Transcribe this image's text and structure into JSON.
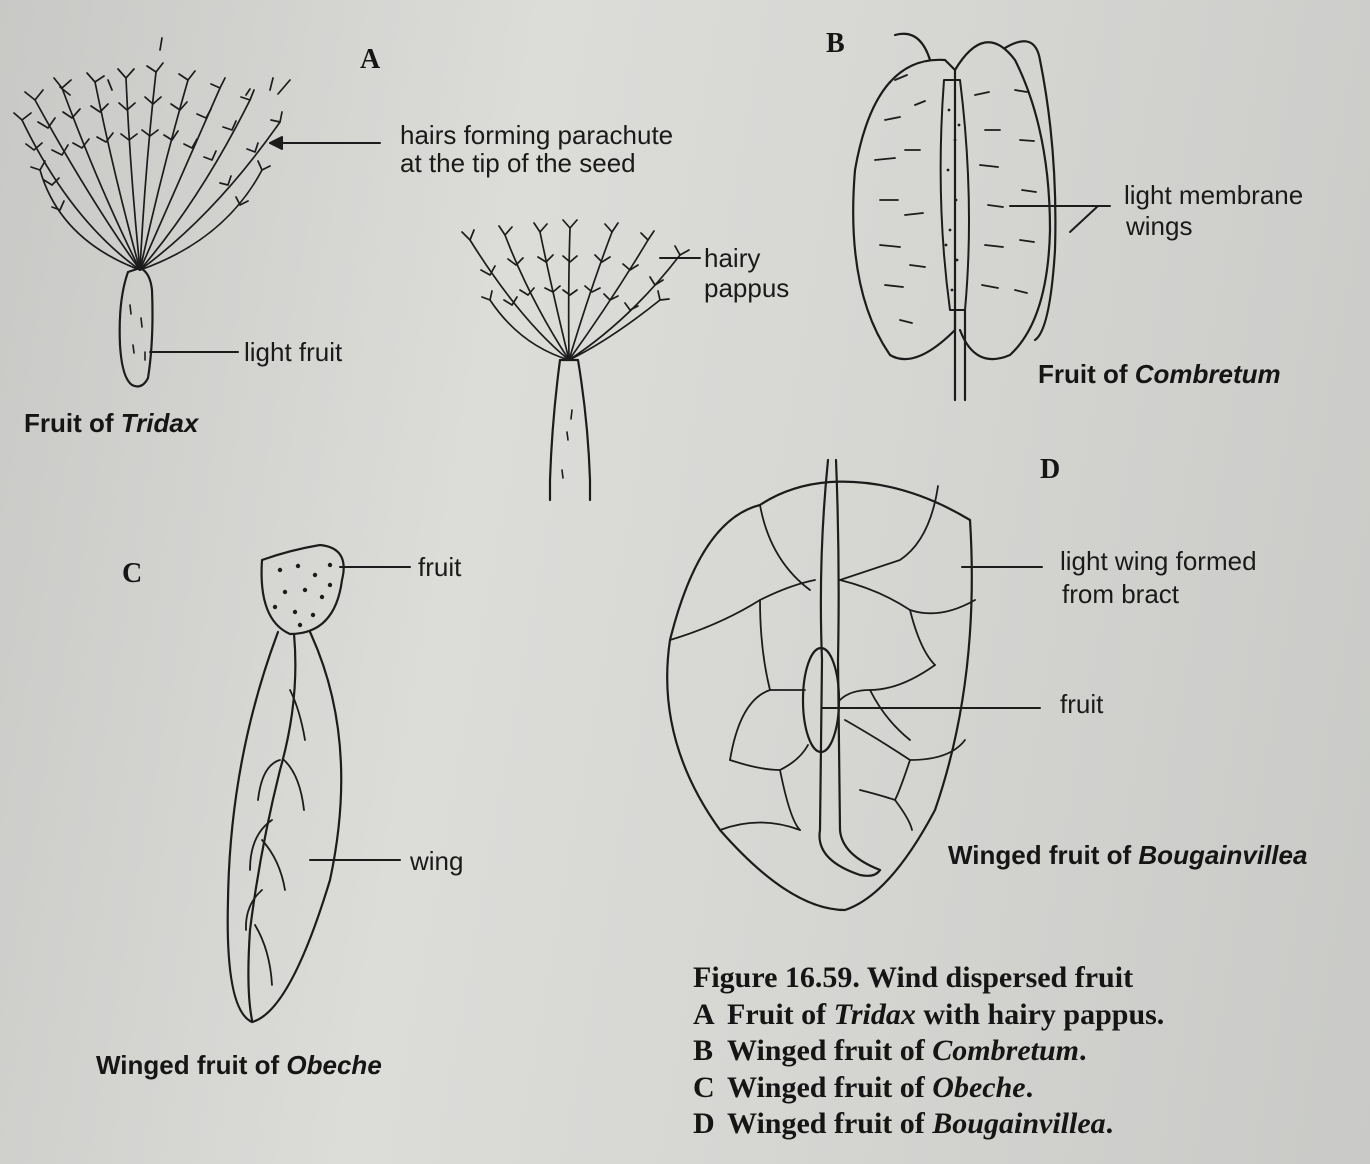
{
  "panels": {
    "a": {
      "letter": "A",
      "labels": {
        "hairs_line1": "hairs forming parachute",
        "hairs_line2": "at the tip of the seed",
        "light_fruit": "light fruit",
        "hairy": "hairy",
        "pappus": "pappus"
      },
      "title_prefix": "Fruit of ",
      "title_italic": "Tridax"
    },
    "b": {
      "letter": "B",
      "labels": {
        "membrane_line1": "light membrane",
        "membrane_line2": "wings"
      },
      "title_prefix": "Fruit of ",
      "title_italic": "Combretum"
    },
    "c": {
      "letter": "C",
      "labels": {
        "fruit": "fruit",
        "wing": "wing"
      },
      "title_prefix": "Winged fruit of ",
      "title_italic": "Obeche"
    },
    "d": {
      "letter": "D",
      "labels": {
        "wing_line1": "light wing formed",
        "wing_line2": "from bract",
        "fruit": "fruit"
      },
      "title_prefix": "Winged fruit of ",
      "title_italic": "Bougainvillea"
    }
  },
  "caption": {
    "heading": "Figure 16.59. Wind dispersed fruit",
    "items": [
      {
        "letter": "A",
        "pre": "Fruit of ",
        "italic": "Tridax",
        "post": " with hairy pappus."
      },
      {
        "letter": "B",
        "pre": "Winged fruit of ",
        "italic": "Combretum",
        "post": "."
      },
      {
        "letter": "C",
        "pre": "Winged fruit of ",
        "italic": "Obeche",
        "post": "."
      },
      {
        "letter": "D",
        "pre": "Winged fruit of ",
        "italic": "Bougainvillea",
        "post": "."
      }
    ]
  },
  "colors": {
    "ink": "#1c1c1c",
    "paper": "#d4d5d2"
  }
}
